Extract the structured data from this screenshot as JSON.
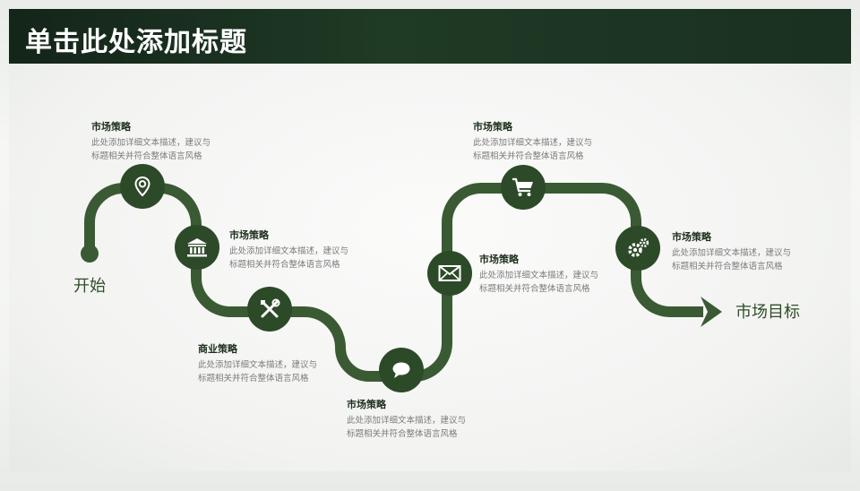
{
  "slide": {
    "title": "单击此处添加标题",
    "start_label": "开始",
    "end_label": "市场目标",
    "steps": [
      {
        "heading": "市场策略",
        "line1": "此处添加详细文本描述，建议与",
        "line2": "标题相关并符合整体语言风格",
        "icon": "location-pin-icon"
      },
      {
        "heading": "市场策略",
        "line1": "此处添加详细文本描述，建议与",
        "line2": "标题相关并符合整体语言风格",
        "icon": "bank-icon"
      },
      {
        "heading": "商业策略",
        "line1": "此处添加详细文本描述，建议与",
        "line2": "标题相关并符合整体语言风格",
        "icon": "tools-icon"
      },
      {
        "heading": "市场策略",
        "line1": "此处添加详细文本描述，建议与",
        "line2": "标题相关并符合整体语言风格",
        "icon": "chat-bubble-icon"
      },
      {
        "heading": "市场策略",
        "line1": "此处添加详细文本描述，建议与",
        "line2": "标题相关并符合整体语言风格",
        "icon": "envelope-icon"
      },
      {
        "heading": "市场策略",
        "line1": "此处添加详细文本描述，建议与",
        "line2": "标题相关并符合整体语言风格",
        "icon": "shopping-cart-icon"
      },
      {
        "heading": "市场策略",
        "line1": "此处添加详细文本描述，建议与",
        "line2": "标题相关并符合整体语言风格",
        "icon": "gears-icon"
      }
    ]
  },
  "colors": {
    "header": "#1f3a25",
    "path": "#3a5a33",
    "node": "#2d4a28",
    "accent_text": "#2f4d2a"
  }
}
